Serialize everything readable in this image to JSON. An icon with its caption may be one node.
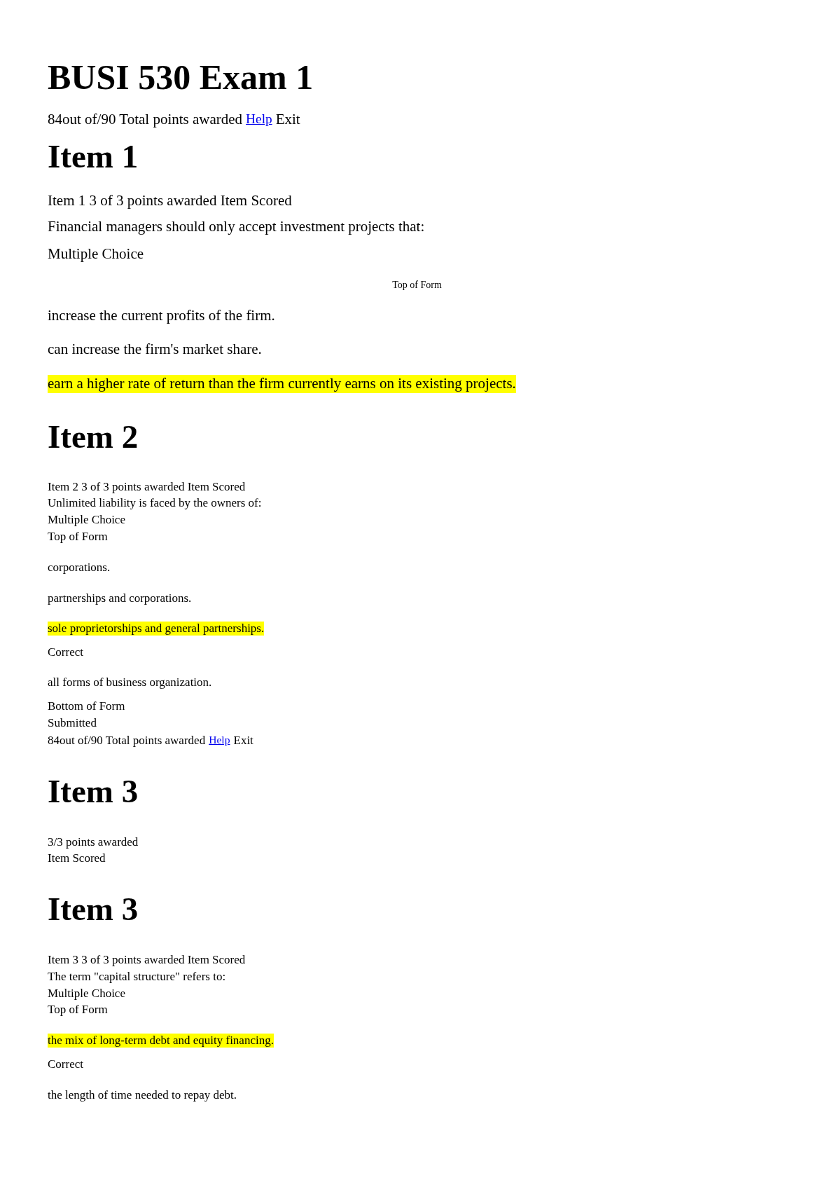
{
  "diagram": {
    "title": "BUSI 530 Exam 1",
    "nodes": [
      {
        "text": [
          "earn a higher rate of return than the firm currently earns on its existing projects."
        ]
      },
      {
        "text": [
          "sole proprietorships and general partnerships."
        ]
      },
      {
        "text": [
          "the mix of long-term debt and equity financing."
        ]
      }
    ],
    "labels": [
      "84out of/90 Total points awarded",
      "Help",
      "Exit",
      "Item 1",
      "Item 1 3 of 3 points awarded Item Scored",
      "Financial managers should only accept investment projects that:",
      "Multiple Choice",
      "Top of Form",
      "increase the current profits of the firm.",
      "can increase the firm's market share.",
      "Item 2",
      "Item 2 3 of 3 points awarded Item Scored",
      "Unlimited liability is faced by the owners of:",
      "Multiple Choice",
      "Top of Form",
      "corporations.",
      "partnerships and corporations.",
      "Correct",
      "all forms of business organization.",
      "Bottom of Form",
      "Submitted",
      "84out of/90 Total points awarded",
      "Help",
      "Exit",
      "Item 3",
      "3/3 points awarded",
      "Item Scored",
      "Item 3",
      "Item 3 3 of 3 points awarded Item Scored",
      "The term \"capital structure\" refers to:",
      "Multiple Choice",
      "Top of Form",
      "Correct",
      "the length of time needed to repay debt."
    ]
  }
}
